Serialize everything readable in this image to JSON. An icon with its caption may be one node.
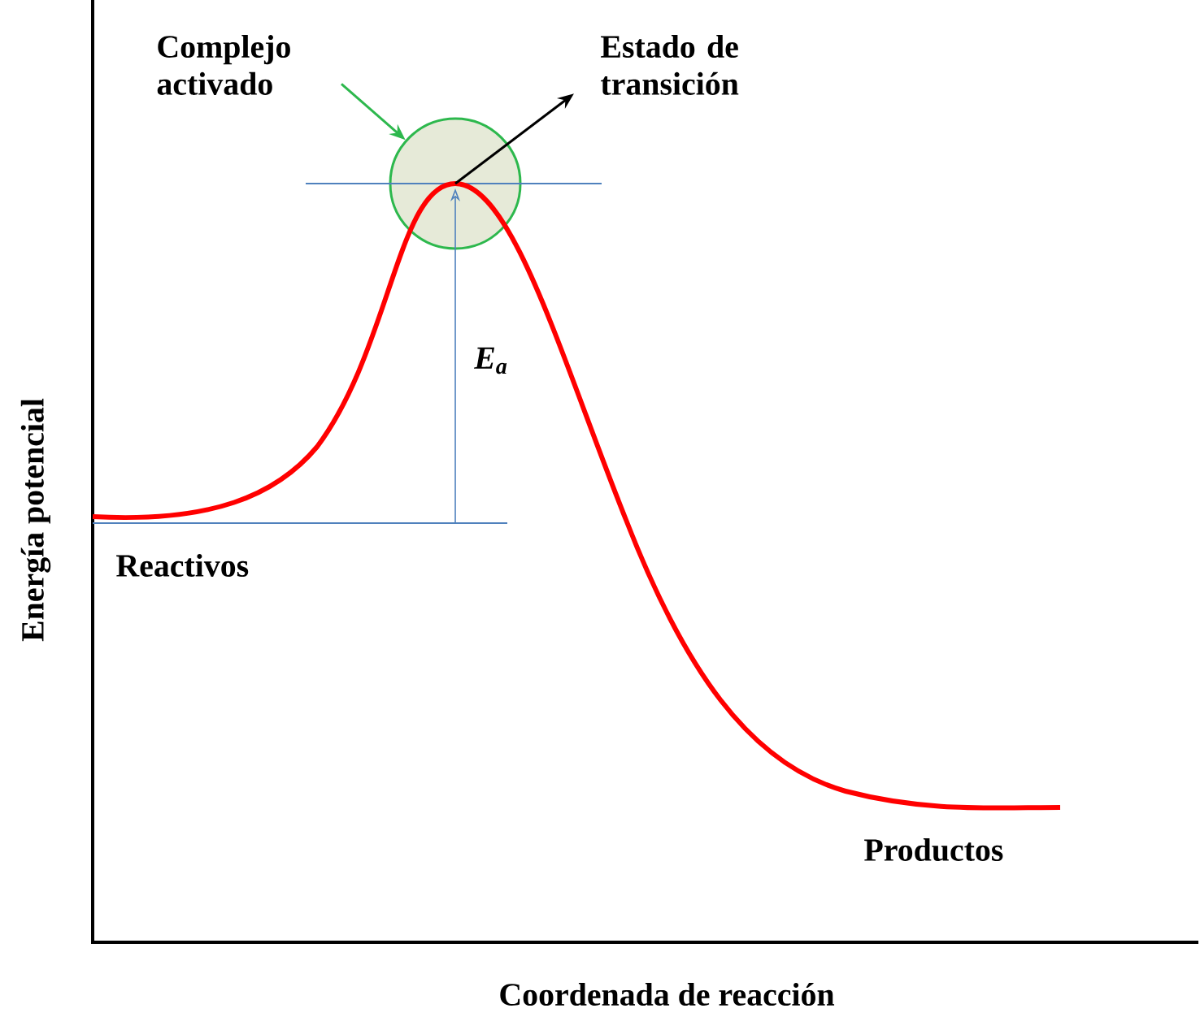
{
  "diagram": {
    "nodes": [
      {
        "text": [
          "Complejo activado"
        ]
      },
      {
        "text": [],
        "shape": "circle"
      },
      {
        "text": [
          "Estado de transición"
        ]
      }
    ],
    "edges": [
      {
        "from": 0,
        "to": 1,
        "arrow": "to",
        "color": "#2db84d"
      },
      {
        "from": 1,
        "to": 2,
        "arrow": "to",
        "color": "#000000"
      }
    ],
    "labels": [
      "E$_{a}$",
      "Reactivos",
      "Productos",
      "Energía potencial",
      "Coordenada de reacción"
    ]
  }
}
